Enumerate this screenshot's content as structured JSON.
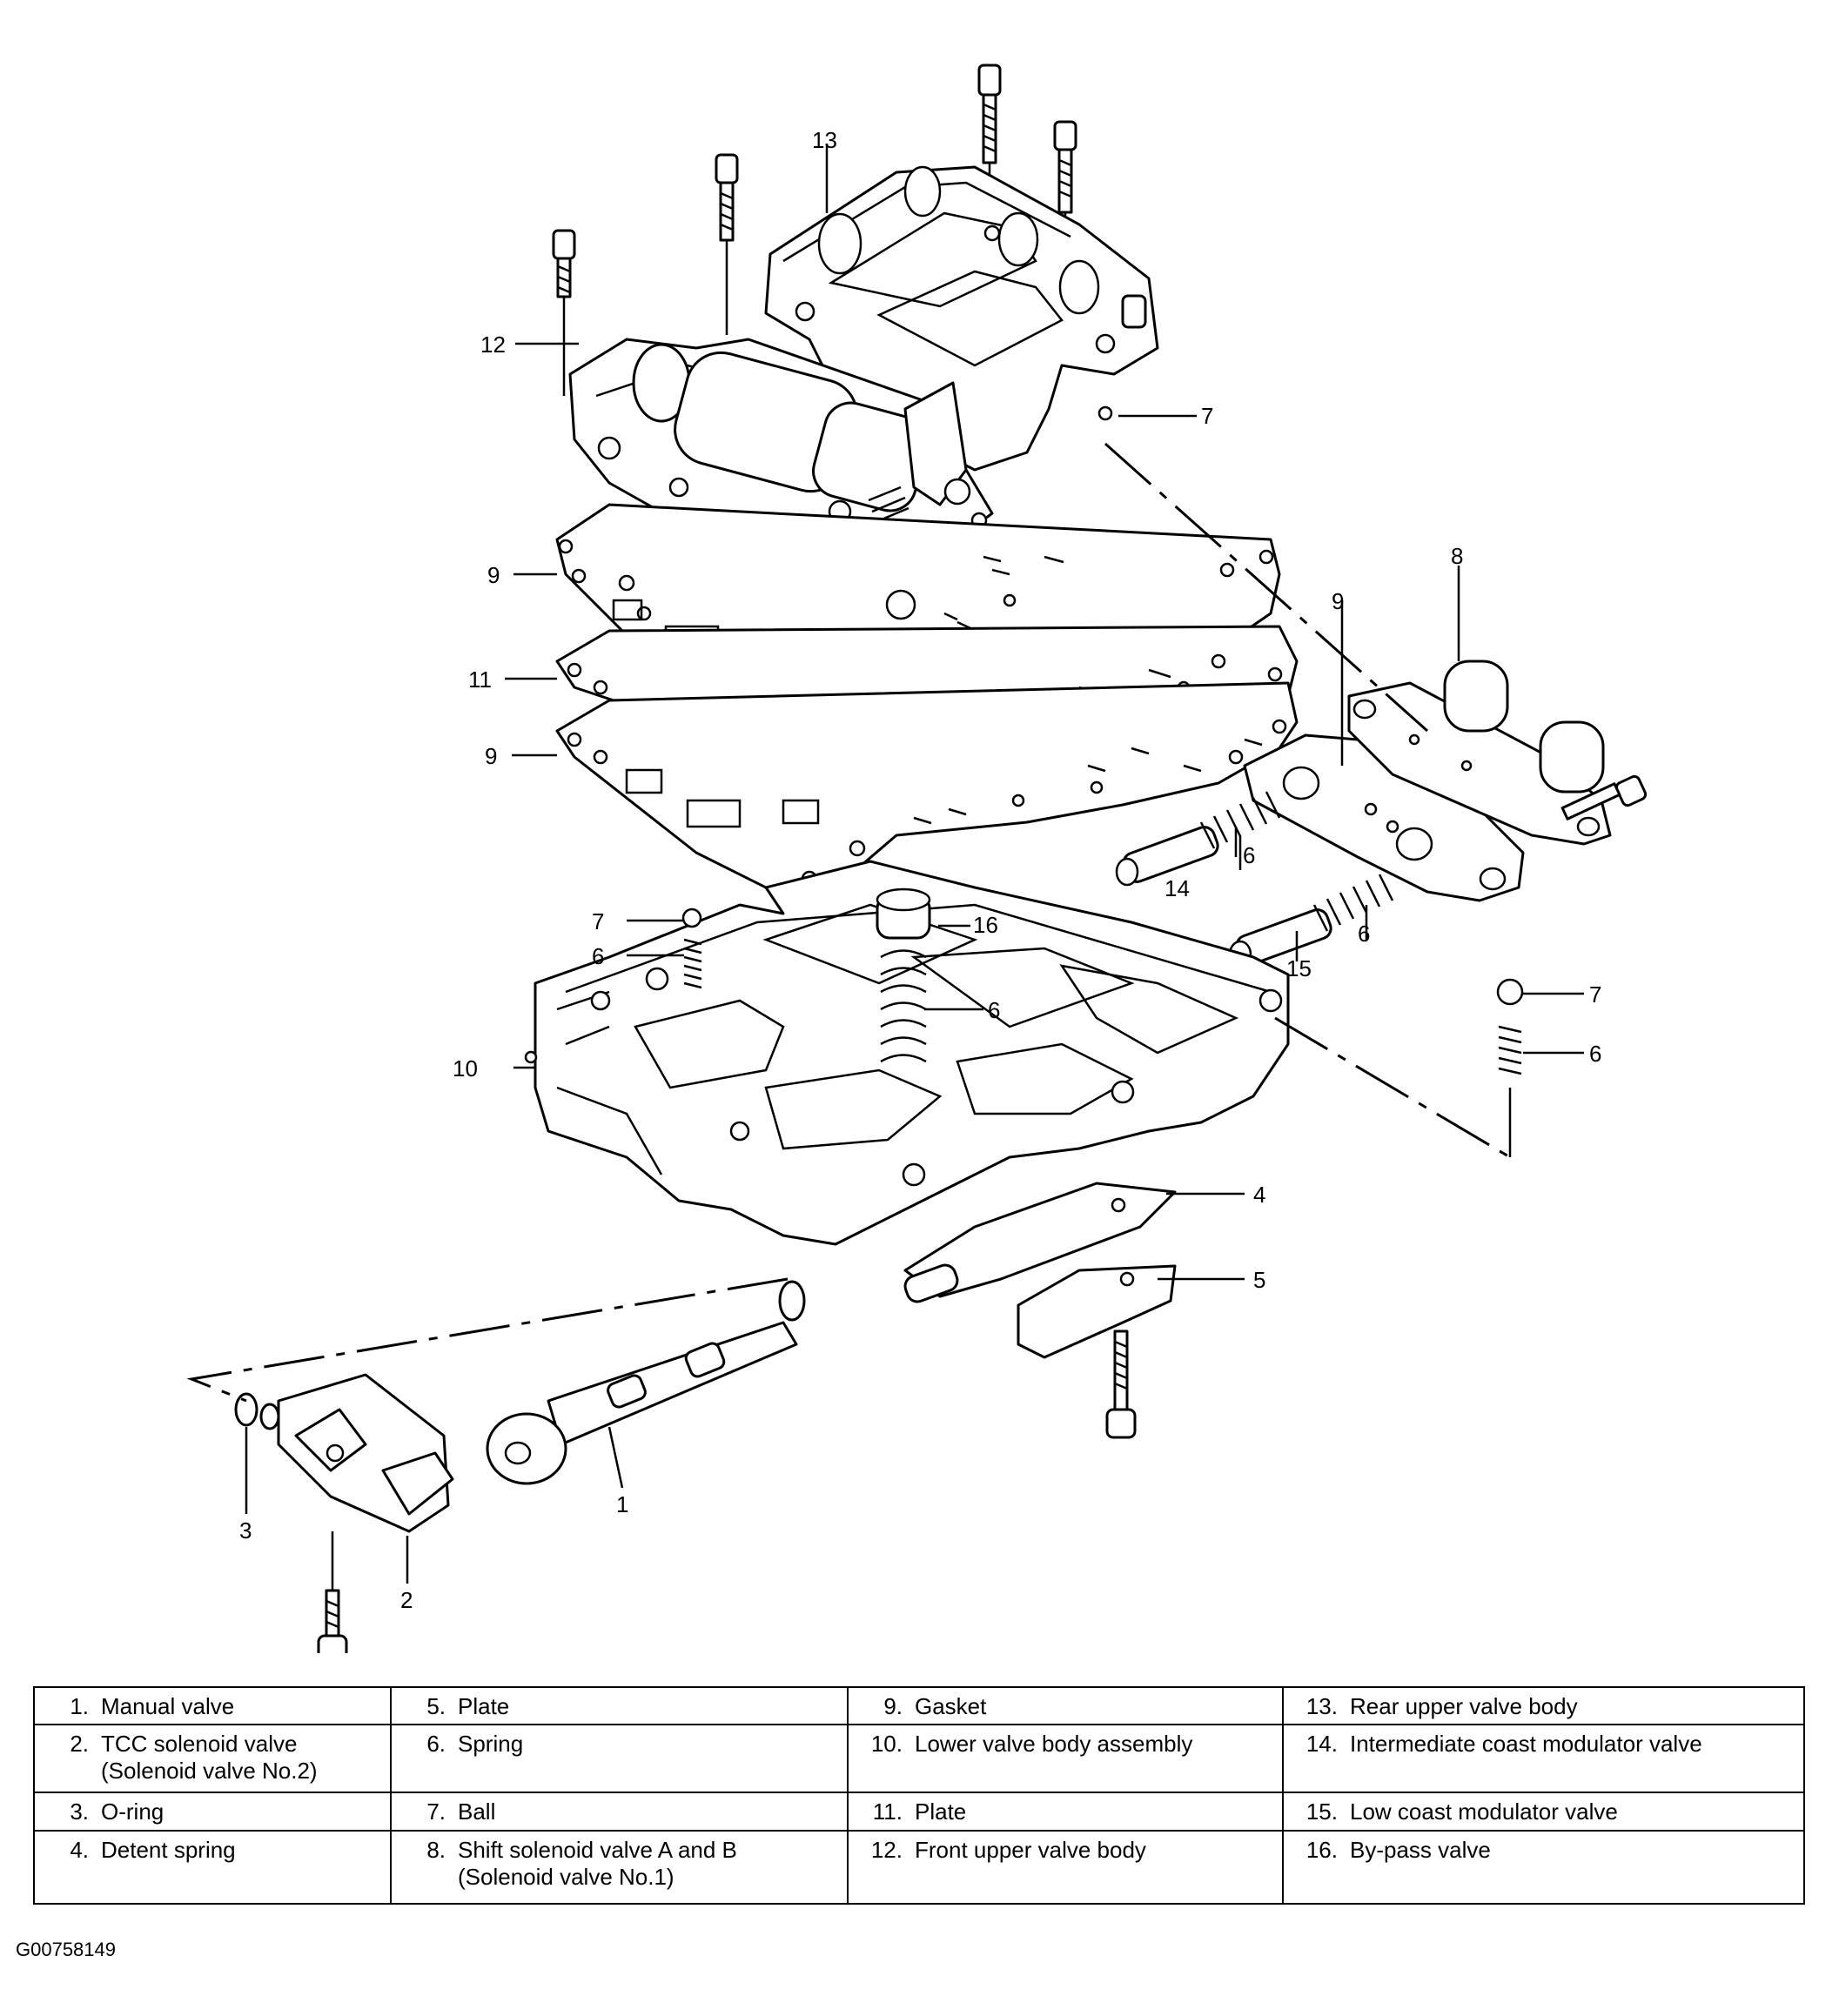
{
  "diagram": {
    "callouts": [
      "13",
      "12",
      "7",
      "9",
      "11",
      "9",
      "8",
      "9",
      "6",
      "14",
      "6",
      "15",
      "7",
      "16",
      "6",
      "6",
      "10",
      "7",
      "6",
      "4",
      "5",
      "3",
      "1",
      "2"
    ]
  },
  "legend": {
    "columns": [
      [
        {
          "num": "1.",
          "label": "Manual valve"
        },
        {
          "num": "2.",
          "label": "TCC solenoid valve",
          "label2": "(Solenoid valve No.2)"
        },
        {
          "num": "3.",
          "label": "O-ring"
        },
        {
          "num": "4.",
          "label": "Detent spring"
        }
      ],
      [
        {
          "num": "5.",
          "label": "Plate"
        },
        {
          "num": "6.",
          "label": "Spring"
        },
        {
          "num": "7.",
          "label": "Ball"
        },
        {
          "num": "8.",
          "label": "Shift solenoid valve A and B",
          "label2": "(Solenoid valve No.1)"
        }
      ],
      [
        {
          "num": "9.",
          "label": "Gasket"
        },
        {
          "num": "10.",
          "label": "Lower valve body assembly"
        },
        {
          "num": "11.",
          "label": "Plate"
        },
        {
          "num": "12.",
          "label": "Front upper valve body"
        }
      ],
      [
        {
          "num": "13.",
          "label": "Rear upper valve body"
        },
        {
          "num": "14.",
          "label": "Intermediate coast modulator valve"
        },
        {
          "num": "15.",
          "label": "Low coast modulator valve"
        },
        {
          "num": "16.",
          "label": "By-pass valve"
        }
      ]
    ]
  },
  "figure_id": "G00758149"
}
